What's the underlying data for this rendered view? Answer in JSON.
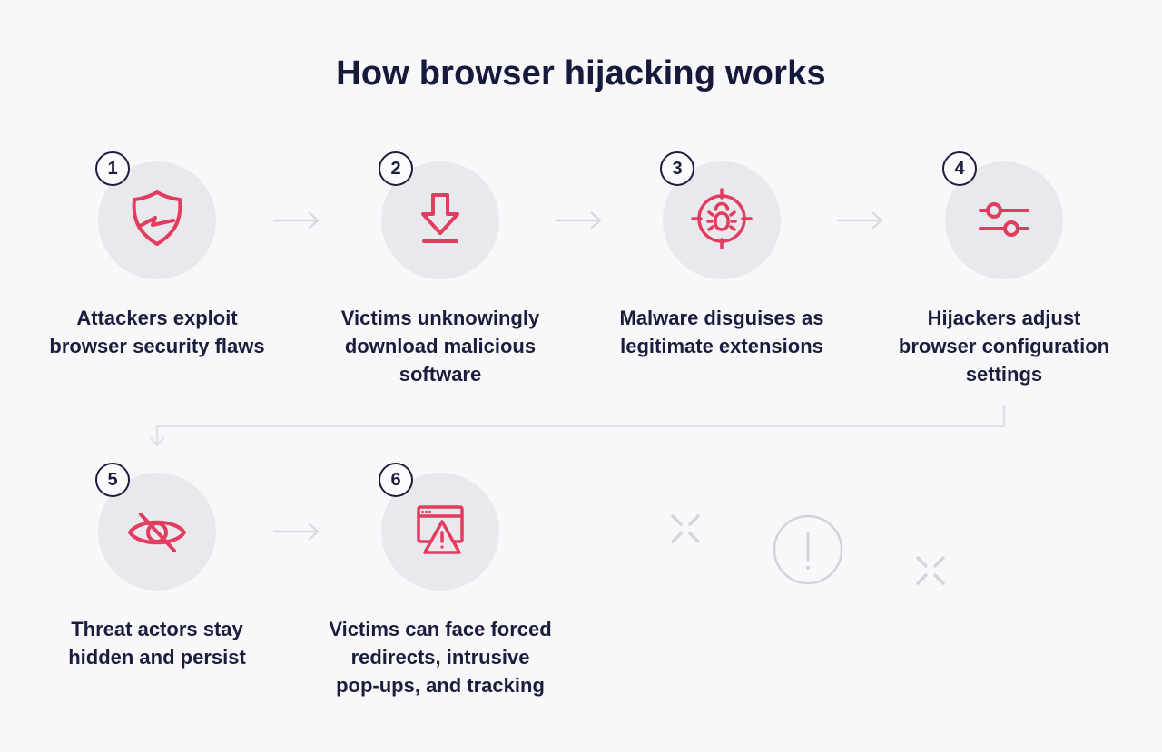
{
  "title": "How browser hijacking works",
  "steps": [
    {
      "number": "1",
      "icon": "broken-shield-icon",
      "caption": "Attackers exploit\nbrowser security flaws"
    },
    {
      "number": "2",
      "icon": "download-arrow-icon",
      "caption": "Victims unknowingly\ndownload malicious\nsoftware"
    },
    {
      "number": "3",
      "icon": "bug-target-icon",
      "caption": "Malware disguises as\nlegitimate extensions"
    },
    {
      "number": "4",
      "icon": "sliders-icon",
      "caption": "Hijackers adjust\nbrowser configuration\nsettings"
    },
    {
      "number": "5",
      "icon": "eye-off-icon",
      "caption": "Threat actors stay\nhidden and persist"
    },
    {
      "number": "6",
      "icon": "browser-warning-icon",
      "caption": "Victims can face forced\nredirects, intrusive\npop-ups, and tracking"
    }
  ],
  "decorations": [
    {
      "icon": "sparkle-x-icon"
    },
    {
      "icon": "alert-circle-icon"
    },
    {
      "icon": "sparkle-x-icon"
    }
  ],
  "colors": {
    "background": "#f8f8fb",
    "accent_red": "#e23c5f",
    "navy": "#1a1e3c",
    "step_circle_bg": "#e9e9ed",
    "connector_grey": "#dcdce4",
    "decoration_grey": "#d5d5dc"
  }
}
